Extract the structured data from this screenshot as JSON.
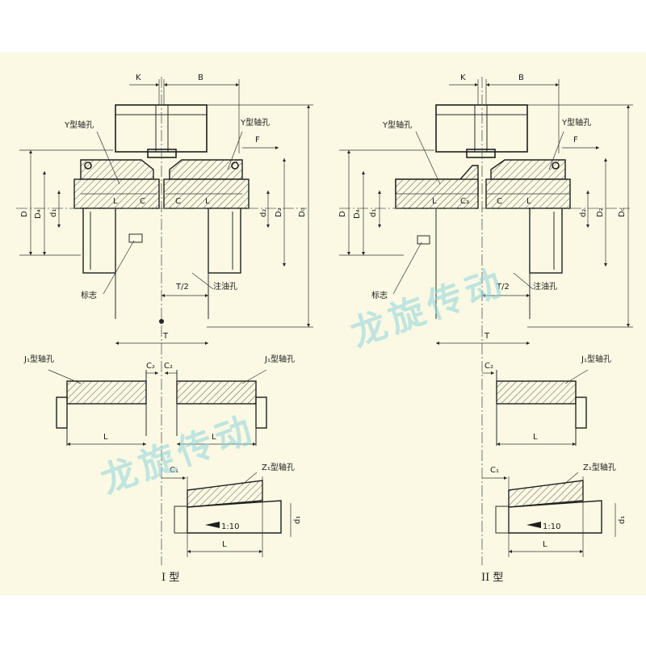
{
  "watermark": "龙旋传动",
  "labels": {
    "K": "K",
    "B": "B",
    "F": "F",
    "L": "L",
    "C": "C",
    "C1": "C₁",
    "C2": "C₂",
    "C3": "C₃",
    "D": "D",
    "D0": "D₀",
    "D2": "D₂",
    "D4": "D₄",
    "d1": "d₁",
    "d2": "d₂",
    "T": "T",
    "T_half": "T/2",
    "taper": "1:10",
    "y_bore": "Y型轴孔",
    "j1_bore": "J₁型轴孔",
    "z1_bore": "Z₁型轴孔",
    "mark": "标志",
    "oil_hole": "注油孔"
  },
  "titles": {
    "type1": "I 型",
    "type2": "II 型"
  },
  "colors": {
    "paper": "#fbf9e3",
    "line": "#1f1f1f",
    "watermark": "#8fd3df"
  }
}
